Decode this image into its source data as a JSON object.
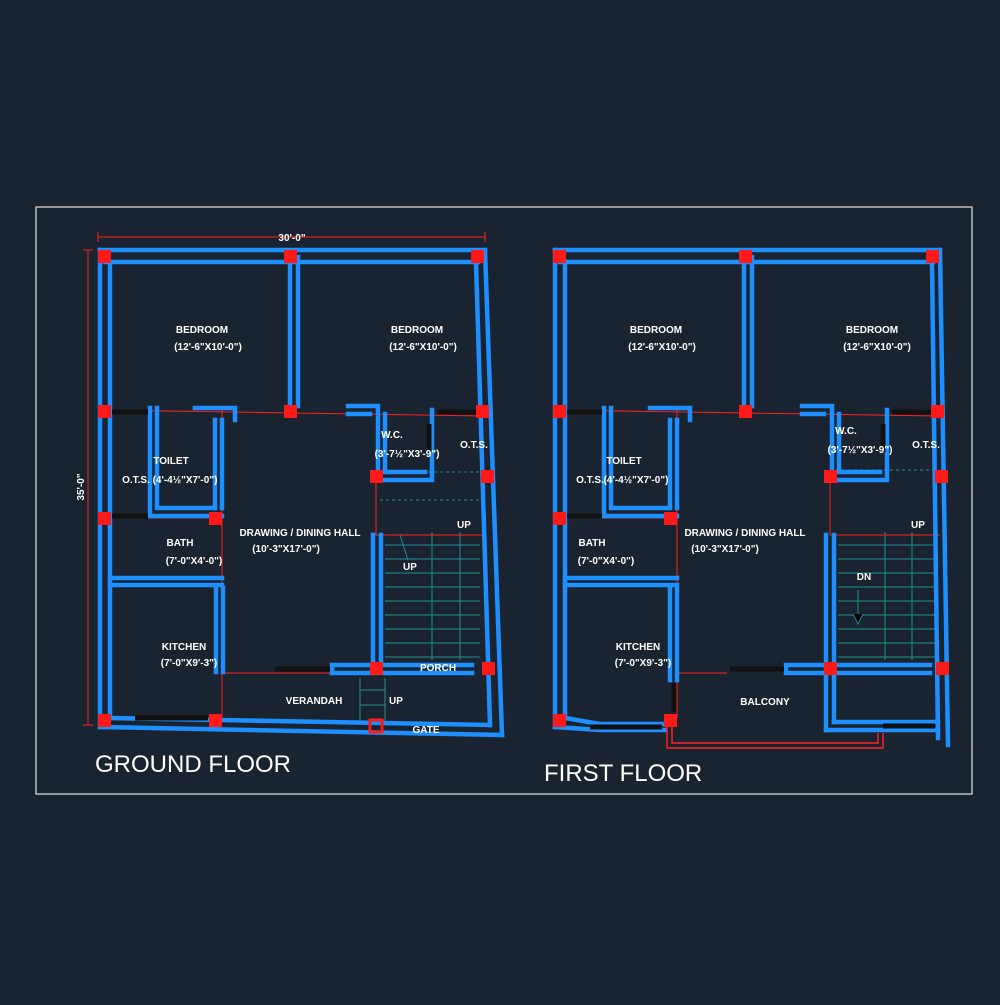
{
  "colors": {
    "background": "#1a2430",
    "wall": "#1e8fff",
    "column": "#ff1a1a",
    "beam": "#ff2020",
    "stair": "#1f8f8f",
    "frame": "#e6e6e6",
    "door": "#111111"
  },
  "ground_floor": {
    "title": "GROUND FLOOR",
    "width_dim": "30'-0\"",
    "depth_dim": "35'-0\"",
    "bedroom_left": {
      "name": "BEDROOM",
      "size": "(12'-6\"X10'-0\")"
    },
    "bedroom_right": {
      "name": "BEDROOM",
      "size": "(12'-6\"X10'-0\")"
    },
    "toilet": {
      "name": "TOILET",
      "size": "(4'-4½\"X7'-0\")"
    },
    "ots_left": "O.T.S.",
    "ots_right": "O.T.S.",
    "wc": {
      "name": "W.C.",
      "size": "(3'-7½\"X3'-9\")"
    },
    "bath": {
      "name": "BATH",
      "size": "(7'-0\"X4'-0\")"
    },
    "hall": {
      "name": "DRAWING / DINING HALL",
      "size": "(10'-3\"X17'-0\")"
    },
    "kitchen": {
      "name": "KITCHEN",
      "size": "(7'-0\"X9'-3\")"
    },
    "stair_up_1": "UP",
    "stair_up_2": "UP",
    "porch": "PORCH",
    "verandah": "VERANDAH",
    "up_entry": "UP",
    "gate": "GATE"
  },
  "first_floor": {
    "title": "FIRST FLOOR",
    "bedroom_left": {
      "name": "BEDROOM",
      "size": "(12'-6\"X10'-0\")"
    },
    "bedroom_right": {
      "name": "BEDROOM",
      "size": "(12'-6\"X10'-0\")"
    },
    "toilet": {
      "name": "TOILET",
      "size": "(4'-4½\"X7'-0\")"
    },
    "ots_left": "O.T.S.",
    "ots_right": "O.T.S.",
    "wc": {
      "name": "W.C.",
      "size": "(3'-7½\"X3'-9\")"
    },
    "bath": {
      "name": "BATH",
      "size": "(7'-0\"X4'-0\")"
    },
    "hall": {
      "name": "DRAWING / DINING HALL",
      "size": "(10'-3\"X17'-0\")"
    },
    "kitchen": {
      "name": "KITCHEN",
      "size": "(7'-0\"X9'-3\")"
    },
    "stair_up": "UP",
    "stair_dn": "DN",
    "balcony": "BALCONY"
  }
}
